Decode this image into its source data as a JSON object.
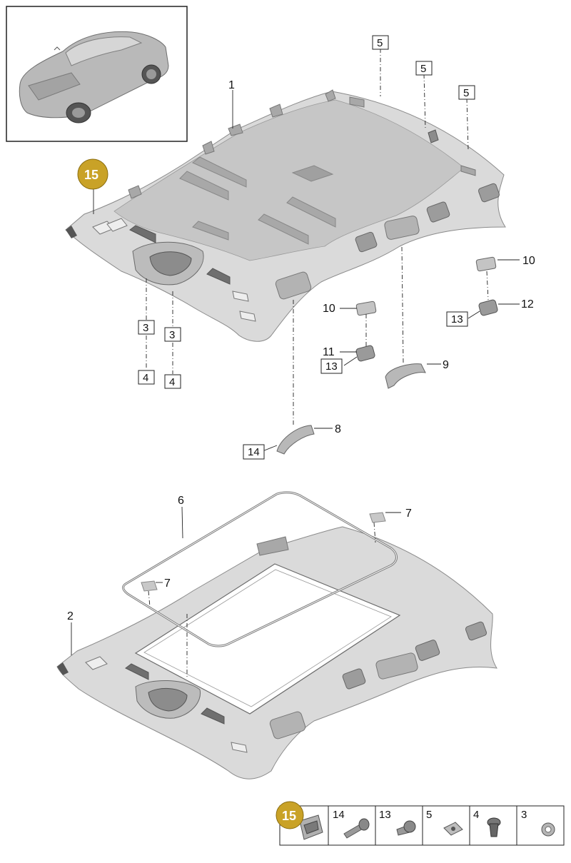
{
  "badge_color": "#c9a227",
  "callouts": {
    "c1": "1",
    "c2": "2",
    "c6": "6",
    "c7a": "7",
    "c7b": "7",
    "c8": "8",
    "c9": "9",
    "c10a": "10",
    "c10b": "10",
    "c11": "11",
    "c12": "12"
  },
  "boxed": {
    "b5a": "5",
    "b5b": "5",
    "b5c": "5",
    "b3a": "3",
    "b3b": "3",
    "b4a": "4",
    "b4b": "4",
    "b13a": "13",
    "b13b": "13",
    "b14": "14"
  },
  "badges": {
    "main": "15",
    "legend": "15"
  },
  "legend": [
    {
      "num": "14",
      "icon": "bolt-icon"
    },
    {
      "num": "13",
      "icon": "screw-icon"
    },
    {
      "num": "5",
      "icon": "clip-nut-icon"
    },
    {
      "num": "4",
      "icon": "expanding-rivet-icon"
    },
    {
      "num": "3",
      "icon": "grommet-icon"
    }
  ]
}
